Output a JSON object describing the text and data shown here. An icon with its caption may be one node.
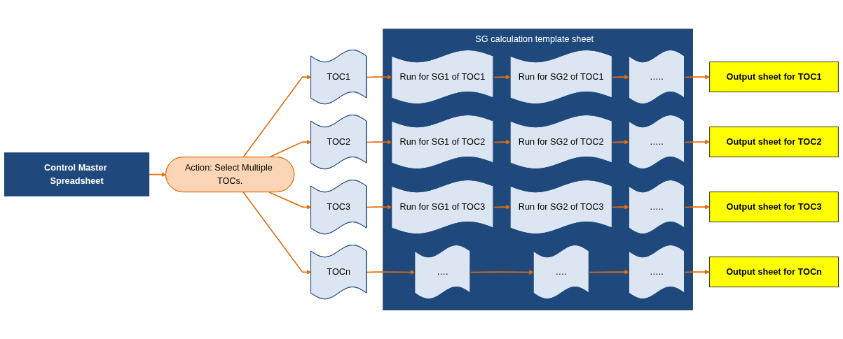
{
  "diagram": {
    "nodes": [
      {
        "text": [
          "Control Master Spreadsheet"
        ]
      },
      {
        "text": [
          "Action: Select Multiple TOCs."
        ]
      },
      {
        "text": [
          "TOC1"
        ]
      },
      {
        "text": [
          "TOC2"
        ]
      },
      {
        "text": [
          "TOC3"
        ]
      },
      {
        "text": [
          "TOCn"
        ]
      },
      {
        "text": [
          "SG calculation template sheet"
        ]
      },
      {
        "text": [
          "Run for SG1 of TOC1"
        ],
        "in": 6
      },
      {
        "text": [
          "Run for SG2 of TOC1"
        ],
        "in": 6
      },
      {
        "text": [
          "….."
        ],
        "in": 6
      },
      {
        "text": [
          "Run for SG1 of TOC2"
        ],
        "in": 6
      },
      {
        "text": [
          "Run for SG2 of TOC2"
        ],
        "in": 6
      },
      {
        "text": [
          "….."
        ],
        "in": 6
      },
      {
        "text": [
          "Run for SG1 of TOC3"
        ],
        "in": 6
      },
      {
        "text": [
          "Run for SG2 of TOC3"
        ],
        "in": 6
      },
      {
        "text": [
          "….."
        ],
        "in": 6
      },
      {
        "text": [
          "…."
        ],
        "in": 6
      },
      {
        "text": [
          "…."
        ],
        "in": 6
      },
      {
        "text": [
          "….."
        ],
        "in": 6
      },
      {
        "text": [
          "Output sheet for TOC1"
        ]
      },
      {
        "text": [
          "Output sheet for TOC2"
        ]
      },
      {
        "text": [
          "Output sheet for TOC3"
        ]
      },
      {
        "text": [
          "Output sheet for TOCn"
        ]
      }
    ],
    "edges": [
      {
        "from": 0,
        "to": 1,
        "arrow": "to"
      },
      {
        "from": 1,
        "to": 2,
        "arrow": "to"
      },
      {
        "from": 1,
        "to": 3,
        "arrow": "to"
      },
      {
        "from": 1,
        "to": 4,
        "arrow": "to"
      },
      {
        "from": 1,
        "to": 5,
        "arrow": "to"
      },
      {
        "from": 2,
        "to": 7,
        "arrow": "to"
      },
      {
        "from": 7,
        "to": 8,
        "arrow": "to"
      },
      {
        "from": 8,
        "to": 9,
        "arrow": "to"
      },
      {
        "from": 9,
        "to": 19,
        "arrow": "to"
      },
      {
        "from": 3,
        "to": 10,
        "arrow": "to"
      },
      {
        "from": 10,
        "to": 11,
        "arrow": "to"
      },
      {
        "from": 11,
        "to": 12,
        "arrow": "to"
      },
      {
        "from": 12,
        "to": 20,
        "arrow": "to"
      },
      {
        "from": 4,
        "to": 13,
        "arrow": "to"
      },
      {
        "from": 13,
        "to": 14,
        "arrow": "to"
      },
      {
        "from": 14,
        "to": 15,
        "arrow": "to"
      },
      {
        "from": 15,
        "to": 21,
        "arrow": "to"
      },
      {
        "from": 5,
        "to": 16,
        "arrow": "to"
      },
      {
        "from": 16,
        "to": 17,
        "arrow": "to"
      },
      {
        "from": 17,
        "to": 18,
        "arrow": "to"
      },
      {
        "from": 18,
        "to": 22,
        "arrow": "to"
      }
    ]
  }
}
